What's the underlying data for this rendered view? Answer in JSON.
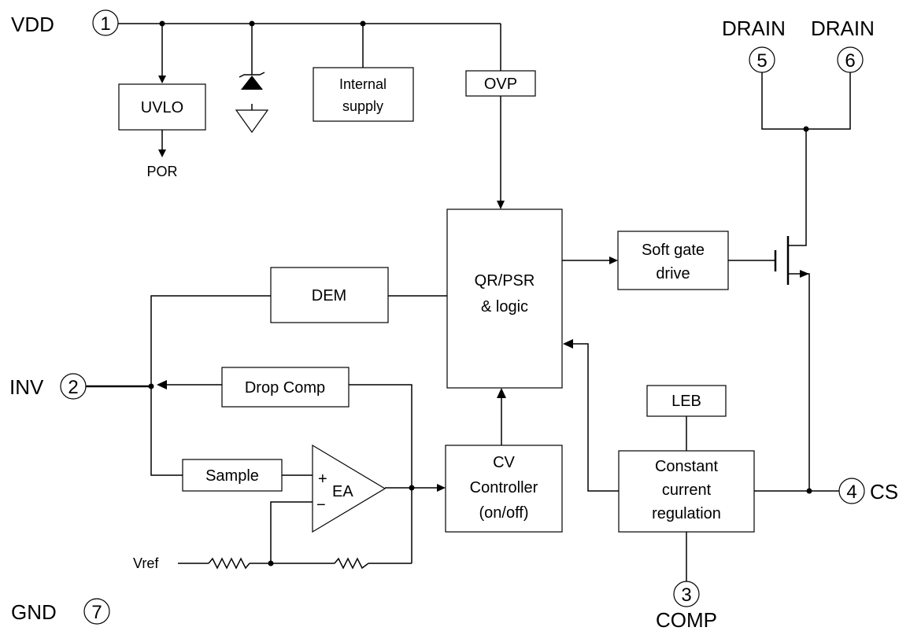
{
  "pins": {
    "vdd": {
      "label": "VDD",
      "num": "1"
    },
    "inv": {
      "label": "INV",
      "num": "2"
    },
    "comp": {
      "label": "COMP",
      "num": "3"
    },
    "cs": {
      "label": "CS",
      "num": "4"
    },
    "drain5": {
      "label": "DRAIN",
      "num": "5"
    },
    "drain6": {
      "label": "DRAIN",
      "num": "6"
    },
    "gnd": {
      "label": "GND",
      "num": "7"
    }
  },
  "blocks": {
    "uvlo": "UVLO",
    "por": "POR",
    "internal_supply": [
      "Internal",
      "supply"
    ],
    "ovp": "OVP",
    "logic": [
      "QR/PSR",
      "& logic"
    ],
    "soft_gate": [
      "Soft gate",
      "drive"
    ],
    "dem": "DEM",
    "drop_comp": "Drop Comp",
    "sample": "Sample",
    "ea": "EA",
    "ea_plus": "+",
    "ea_minus": "−",
    "cv": [
      "CV",
      "Controller",
      "(on/off)"
    ],
    "leb": "LEB",
    "cc": [
      "Constant",
      "current",
      "regulation"
    ],
    "vref": "Vref"
  }
}
